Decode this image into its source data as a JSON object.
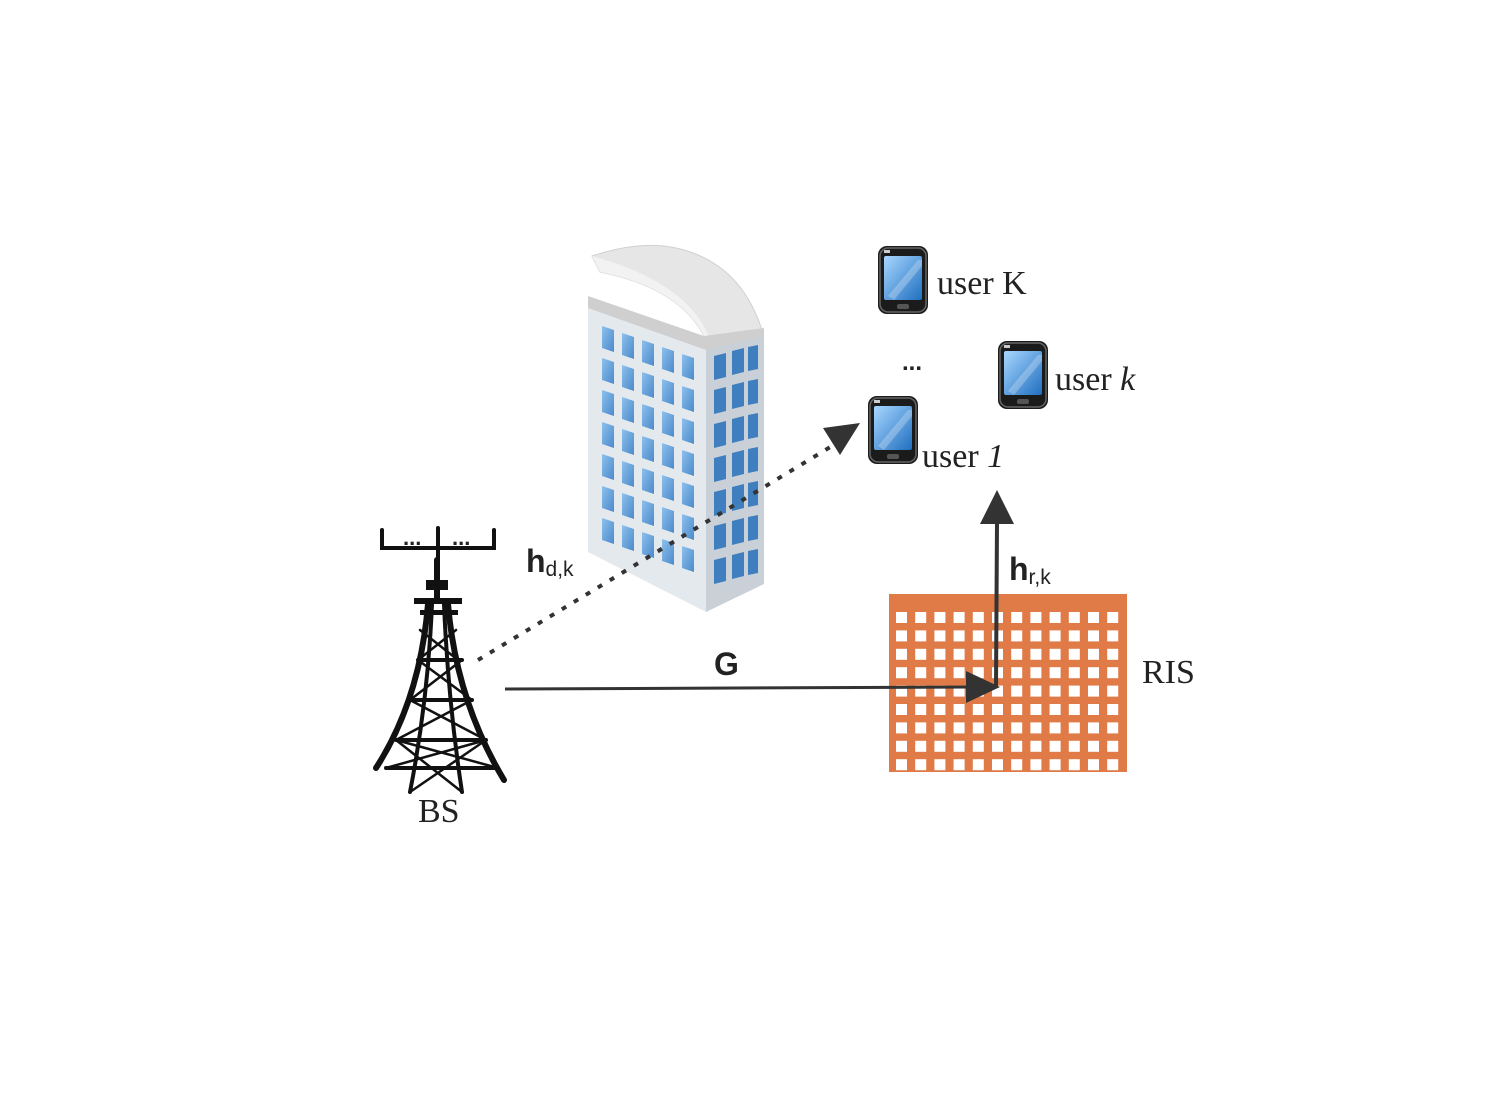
{
  "labels": {
    "bs": "BS",
    "ris": "RIS",
    "user_K_prefix": "user ",
    "user_K_suffix": "K",
    "user_k_prefix": "user ",
    "user_k_suffix": "k",
    "user_1_prefix": "user ",
    "user_1_suffix": "1",
    "users_ellipsis": "...",
    "antenna_ellipsis_left": "...",
    "antenna_ellipsis_right": "..."
  },
  "channels": {
    "G": "G",
    "h_d_main": "h",
    "h_d_sub": "d,k",
    "h_r_main": "h",
    "h_r_sub": "r,k"
  },
  "colors": {
    "ris_fill": "#e07b48",
    "link": "#333333",
    "building_blue": "#4f8fcf",
    "building_light": "#a9cdef",
    "phone_screen": "#3d8ad6"
  },
  "icons": [
    "tower-icon",
    "building-icon",
    "phone-icon",
    "ris-panel-icon"
  ]
}
